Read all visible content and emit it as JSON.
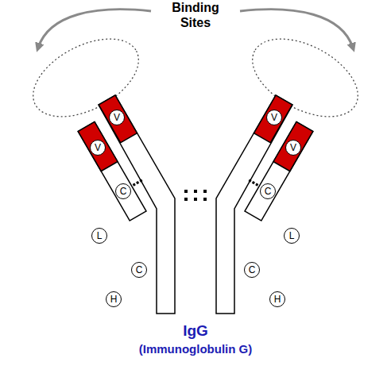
{
  "diagram": {
    "title": "Binding Sites",
    "caption": "IgG",
    "nodes": [
      {
        "text": [
          "V"
        ]
      },
      {
        "text": [
          "V"
        ]
      },
      {
        "text": [
          "V"
        ]
      },
      {
        "text": [
          "V"
        ]
      },
      {
        "text": [
          "C"
        ]
      },
      {
        "text": [
          "C"
        ]
      },
      {
        "text": [
          "L"
        ]
      },
      {
        "text": [
          "L"
        ]
      },
      {
        "text": [
          "C"
        ]
      },
      {
        "text": [
          "C"
        ]
      },
      {
        "text": [
          "H"
        ]
      },
      {
        "text": [
          "H"
        ]
      }
    ],
    "labels": [
      "(Immunoglobulin G)"
    ]
  }
}
